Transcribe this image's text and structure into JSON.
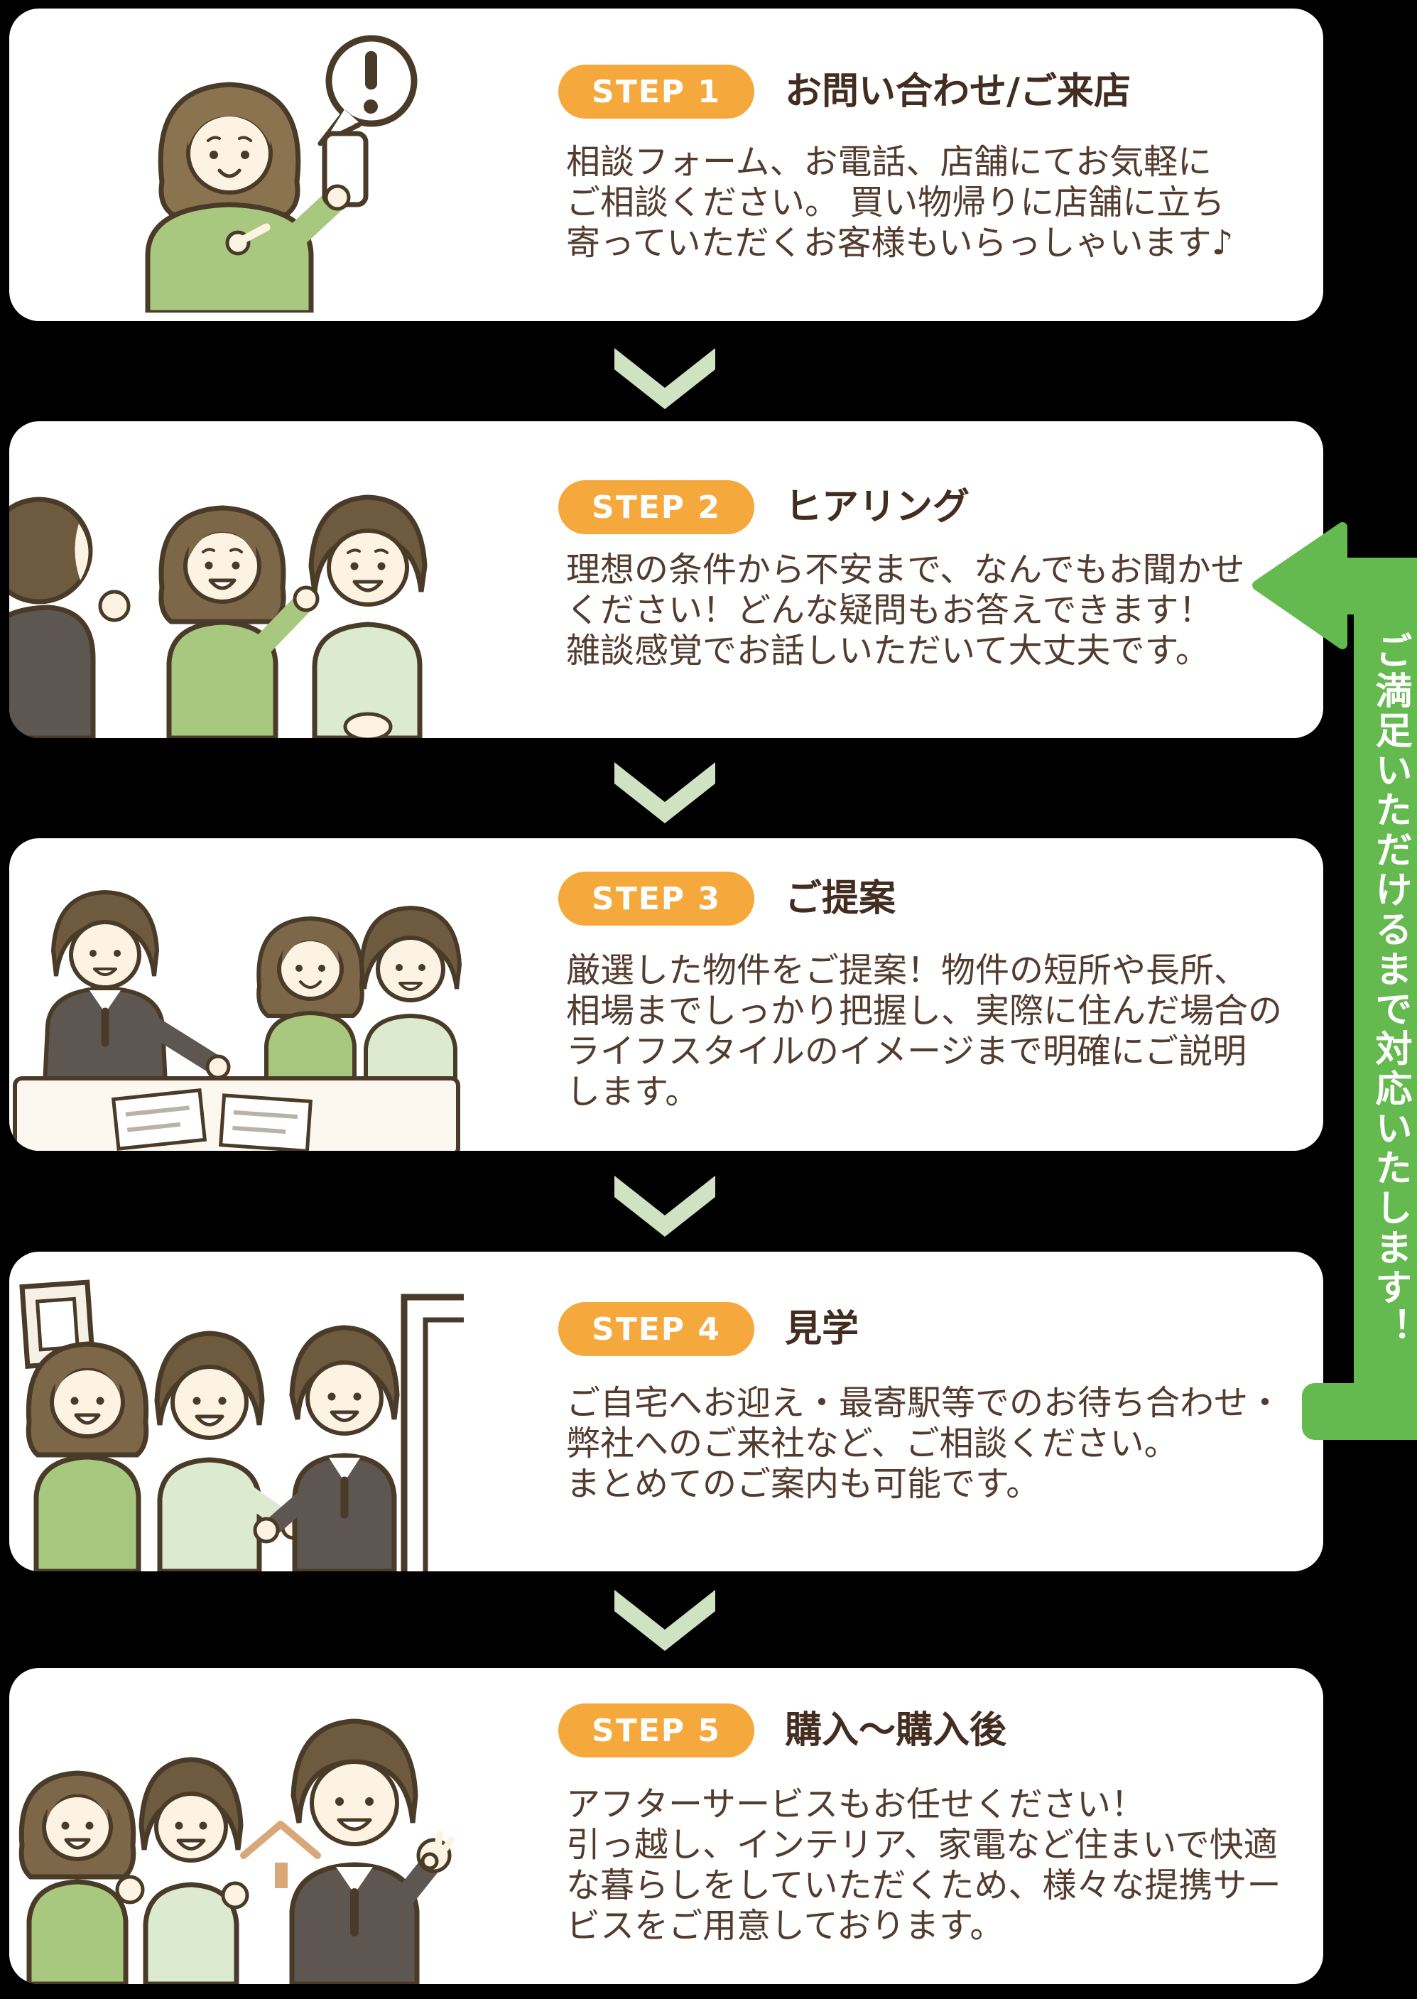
{
  "banner": {
    "text": "ご満足いただけるまで対応いたします！"
  },
  "steps": [
    {
      "badge": "STEP 1",
      "title": "お問い合わせ/ご来店",
      "illustration": "woman-checking-smartphone",
      "lines": [
        "相談フォーム、お電話、店舗にてお気軽に",
        "ご相談ください。 買い物帰りに店舗に立ち",
        "寄っていただくお客様もいらっしゃいます♪"
      ]
    },
    {
      "badge": "STEP 2",
      "title": "ヒアリング",
      "illustration": "agent-hearing-couple",
      "lines": [
        "理想の条件から不安まで、なんでもお聞かせ",
        "ください！どんな疑問もお答えできます！",
        "雑談感覚でお話しいただいて大丈夫です。"
      ]
    },
    {
      "badge": "STEP 3",
      "title": "ご提案",
      "illustration": "agent-proposal-at-table",
      "lines": [
        "厳選した物件をご提案！物件の短所や長所、",
        "相場までしっかり把握し、実際に住んだ場合の",
        "ライフスタイルのイメージまで明確にご説明",
        "します。"
      ]
    },
    {
      "badge": "STEP 4",
      "title": "見学",
      "illustration": "house-viewing-tour",
      "lines": [
        "ご自宅へお迎え・最寄駅等でのお待ち合わせ・",
        "弊社へのご来社など、ご相談ください。",
        "まとめてのご案内も可能です。"
      ]
    },
    {
      "badge": "STEP 5",
      "title": "購入～購入後",
      "illustration": "purchase-celebration",
      "lines": [
        "アフターサービスもお任せください！",
        "引っ越し、インテリア、家電など住まいで快適",
        "な暮らしをしていただくため、様々な提携サー",
        "ビスをご用意しております。"
      ]
    }
  ],
  "colors": {
    "page_bg": "#000000",
    "card_bg": "#ffffff",
    "badge_bg": "#f5a83c",
    "title_text": "#432d20",
    "body_text": "#533b2e",
    "chevron": "#cfe3c3",
    "banner_green": "#64ba4f",
    "banner_text": "#ffffff"
  }
}
